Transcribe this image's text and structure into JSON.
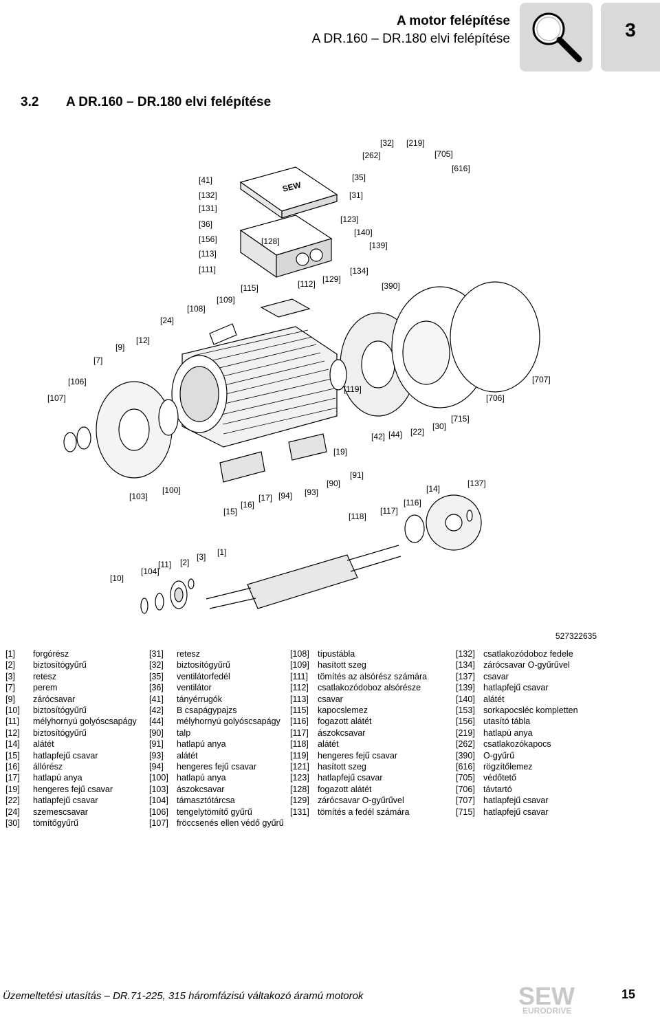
{
  "header": {
    "title_line1": "A motor felépítése",
    "title_line2": "A DR.160 – DR.180 elvi felépítése",
    "chapter_number": "3",
    "icon": "magnifier-icon",
    "box_color": "#d9d9d9"
  },
  "section": {
    "number": "3.2",
    "title": "A DR.160 – DR.180 elvi felépítése"
  },
  "diagram": {
    "callouts": [
      "[1]",
      "[2]",
      "[3]",
      "[7]",
      "[9]",
      "[10]",
      "[11]",
      "[12]",
      "[14]",
      "[15]",
      "[16]",
      "[17]",
      "[19]",
      "[22]",
      "[24]",
      "[30]",
      "[31]",
      "[32]",
      "[35]",
      "[36]",
      "[41]",
      "[42]",
      "[44]",
      "[90]",
      "[91]",
      "[93]",
      "[94]",
      "[100]",
      "[103]",
      "[104]",
      "[106]",
      "[107]",
      "[108]",
      "[109]",
      "[111]",
      "[112]",
      "[113]",
      "[115]",
      "[116]",
      "[117]",
      "[118]",
      "[119]",
      "[123]",
      "[128]",
      "[129]",
      "[131]",
      "[132]",
      "[134]",
      "[137]",
      "[139]",
      "[140]",
      "[156]",
      "[219]",
      "[262]",
      "[390]",
      "[616]",
      "[705]",
      "[706]",
      "[707]",
      "[715]"
    ],
    "plate_text": "SEW",
    "document_number": "527322635"
  },
  "legend": {
    "col1": [
      {
        "code": "[1]",
        "text": "forgórész"
      },
      {
        "code": "[2]",
        "text": "biztosítógyűrű"
      },
      {
        "code": "[3]",
        "text": "retesz"
      },
      {
        "code": "[7]",
        "text": "perem"
      },
      {
        "code": "[9]",
        "text": "zárócsavar"
      },
      {
        "code": "[10]",
        "text": "biztosítógyűrű"
      },
      {
        "code": "[11]",
        "text": "mélyhornyú golyóscsapágy"
      },
      {
        "code": "[12]",
        "text": "biztosítógyűrű"
      },
      {
        "code": "[14]",
        "text": "alátét"
      },
      {
        "code": "[15]",
        "text": "hatlapfejű csavar"
      },
      {
        "code": "[16]",
        "text": "állórész"
      },
      {
        "code": "[17]",
        "text": "hatlapú anya"
      },
      {
        "code": "[19]",
        "text": "hengeres fejű csavar"
      },
      {
        "code": "[22]",
        "text": "hatlapfejű csavar"
      },
      {
        "code": "[24]",
        "text": "szemescsavar"
      },
      {
        "code": "[30]",
        "text": "tömítőgyűrű"
      }
    ],
    "col2": [
      {
        "code": "[31]",
        "text": "retesz"
      },
      {
        "code": "[32]",
        "text": "biztosítógyűrű"
      },
      {
        "code": "[35]",
        "text": "ventilátorfedél"
      },
      {
        "code": "[36]",
        "text": "ventilátor"
      },
      {
        "code": "[41]",
        "text": "tányérrugók"
      },
      {
        "code": "[42]",
        "text": "B csapágypajzs"
      },
      {
        "code": "[44]",
        "text": "mélyhornyú golyóscsapágy"
      },
      {
        "code": "[90]",
        "text": "talp"
      },
      {
        "code": "[91]",
        "text": "hatlapú anya"
      },
      {
        "code": "[93]",
        "text": "alátét"
      },
      {
        "code": "[94]",
        "text": "hengeres fejű csavar"
      },
      {
        "code": "[100]",
        "text": "hatlapú anya"
      },
      {
        "code": "[103]",
        "text": "ászokcsavar"
      },
      {
        "code": "[104]",
        "text": "támasztótárcsa"
      },
      {
        "code": "[106]",
        "text": "tengelytömítő gyűrű"
      },
      {
        "code": "[107]",
        "text": "fröccsenés ellen védő gyűrű"
      }
    ],
    "col3": [
      {
        "code": "[108]",
        "text": "típustábla"
      },
      {
        "code": "[109]",
        "text": "hasított szeg"
      },
      {
        "code": "[111]",
        "text": "tömítés az alsórész számára"
      },
      {
        "code": "[112]",
        "text": "csatlakozódoboz alsórésze"
      },
      {
        "code": "[113]",
        "text": "csavar"
      },
      {
        "code": "[115]",
        "text": "kapocslemez"
      },
      {
        "code": "[116]",
        "text": "fogazott alátét"
      },
      {
        "code": "[117]",
        "text": "ászokcsavar"
      },
      {
        "code": "[118]",
        "text": "alátét"
      },
      {
        "code": "[119]",
        "text": "hengeres fejű csavar"
      },
      {
        "code": "[121]",
        "text": "hasított szeg"
      },
      {
        "code": "[123]",
        "text": "hatlapfejű csavar"
      },
      {
        "code": "[128]",
        "text": "fogazott alátét"
      },
      {
        "code": "[129]",
        "text": "zárócsavar O-gyűrűvel"
      },
      {
        "code": "[131]",
        "text": "tömítés a fedél számára"
      }
    ],
    "col4": [
      {
        "code": "[132]",
        "text": "csatlakozódoboz fedele"
      },
      {
        "code": "[134]",
        "text": "zárócsavar O-gyűrűvel"
      },
      {
        "code": "[137]",
        "text": "csavar"
      },
      {
        "code": "[139]",
        "text": "hatlapfejű csavar"
      },
      {
        "code": "[140]",
        "text": "alátét"
      },
      {
        "code": "[153]",
        "text": "sorkapocsléc kompletten"
      },
      {
        "code": "[156]",
        "text": "utasító tábla"
      },
      {
        "code": "[219]",
        "text": "hatlapú anya"
      },
      {
        "code": "[262]",
        "text": "csatlakozókapocs"
      },
      {
        "code": "[390]",
        "text": "O-gyűrű"
      },
      {
        "code": "[616]",
        "text": "rögzítőlemez"
      },
      {
        "code": "[705]",
        "text": "védőtető"
      },
      {
        "code": "[706]",
        "text": "távtartó"
      },
      {
        "code": "[707]",
        "text": "hatlapfejű csavar"
      },
      {
        "code": "[715]",
        "text": "hatlapfejű csavar"
      }
    ]
  },
  "footer": {
    "text": "Üzemeltetési utasítás – DR.71-225, 315 háromfázisú váltakozó áramú motorok",
    "logo_text": "SEW",
    "logo_subtext": "EURODRIVE",
    "page_number": "15",
    "logo_color": "#c8c8c8"
  }
}
